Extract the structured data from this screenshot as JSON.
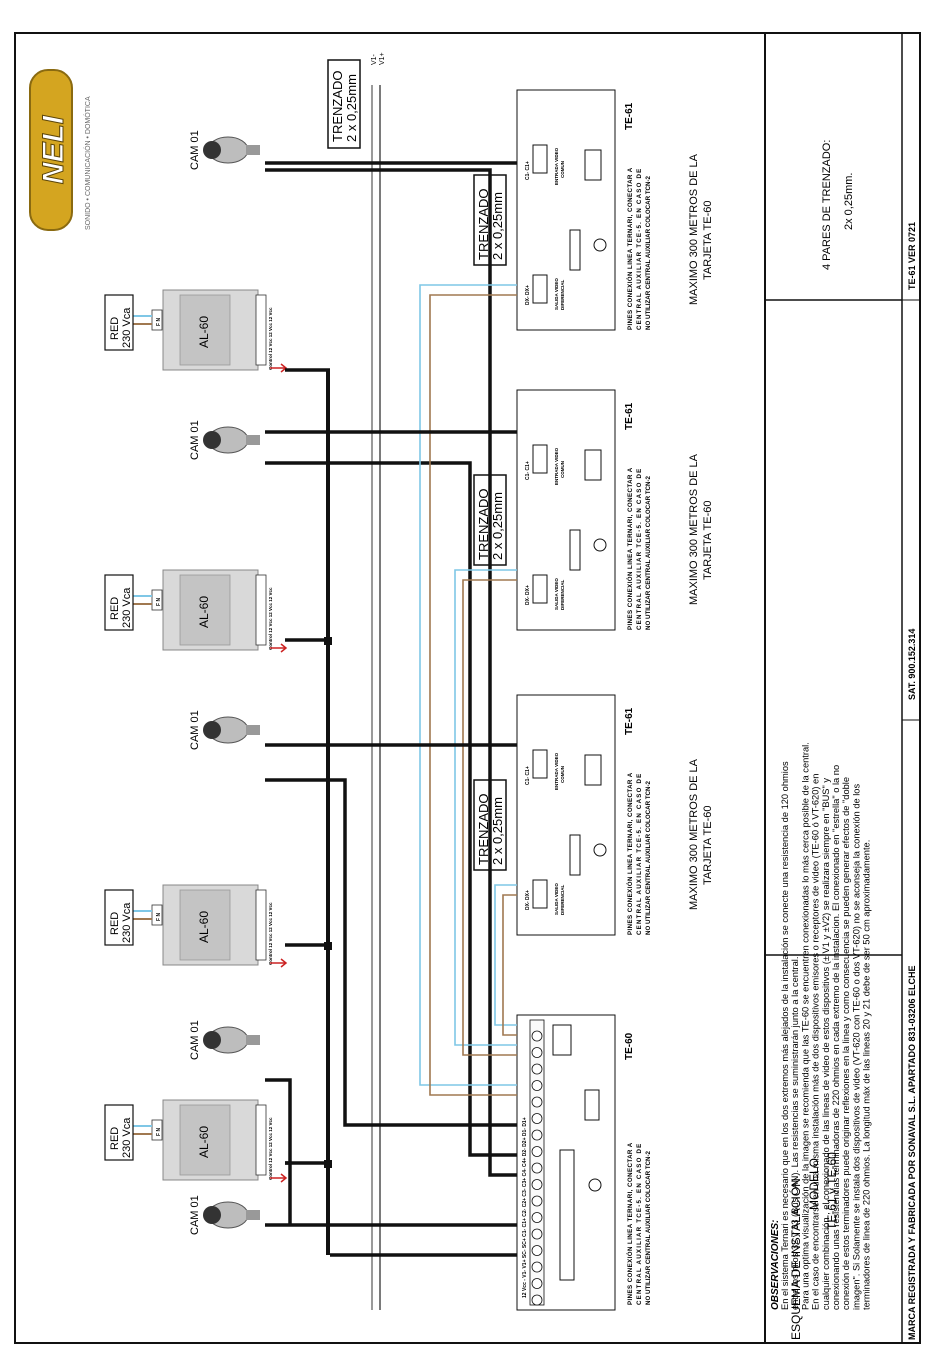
{
  "brand": {
    "logo_text": "NELI",
    "tagline": "SONIDO • COMUNICACIÓN • DOMÓTICA"
  },
  "bus_label": {
    "line1": "TRENZADO",
    "line2": "2 x 0,25mm"
  },
  "bus_terminals": [
    "V1-",
    "V1+"
  ],
  "cameras": [
    {
      "label": "CAM 01"
    },
    {
      "label": "CAM 01"
    },
    {
      "label": "CAM 01"
    },
    {
      "label": "CAM 01"
    },
    {
      "label": "CAM 01"
    }
  ],
  "power_supplies": [
    {
      "model": "AL-60",
      "red_line1": "RED",
      "red_line2": "230 Vca",
      "fn": "F N",
      "terminals": "Control 12 Vcc 12 Vcc 12 Vcc"
    },
    {
      "model": "AL-60",
      "red_line1": "RED",
      "red_line2": "230 Vca",
      "fn": "F N",
      "terminals": "Control 12 Vcc 12 Vcc 12 Vcc"
    },
    {
      "model": "AL-60",
      "red_line1": "RED",
      "red_line2": "230 Vca",
      "fn": "F N",
      "terminals": "Control 12 Vcc 12 Vcc 12 Vcc"
    },
    {
      "model": "AL-60",
      "red_line1": "RED",
      "red_line2": "230 Vca",
      "fn": "F N",
      "terminals": "Control 12 Vcc 12 Vcc 12 Vcc"
    }
  ],
  "te61_cards": [
    {
      "title": "TE-61",
      "in_terms": "C1- C1+",
      "in_label1": "ENTRADA VIDEO",
      "in_label2": "COMUN",
      "out_terms": "DX- DX+",
      "out_label1": "SALIDA VIDEO",
      "out_label2": "DIFERENCIAL",
      "note1": "PINES CONEXIÓN LINEA TERNARI, CONECTAR A",
      "note2": "CENTRAL AUXILIAR TCE-5. EN CASO DE",
      "note3": "NO UTILIZAR CENTRAL AUXILIAR COLOCAR TCN-2",
      "cable1": "TRENZADO",
      "cable2": "2 x 0,25mm",
      "max1": "MAXIMO 300 METROS DE LA",
      "max2": "TARJETA TE-60"
    },
    {
      "title": "TE-61",
      "in_terms": "C1- C1+",
      "in_label1": "ENTRADA VIDEO",
      "in_label2": "COMUN",
      "out_terms": "DX- DX+",
      "out_label1": "SALIDA VIDEO",
      "out_label2": "DIFERENCIAL",
      "note1": "PINES CONEXIÓN LINEA TERNARI, CONECTAR A",
      "note2": "CENTRAL AUXILIAR TCE-5. EN CASO DE",
      "note3": "NO UTILIZAR CENTRAL AUXILIAR COLOCAR TCN-2",
      "cable1": "TRENZADO",
      "cable2": "2 x 0,25mm",
      "max1": "MAXIMO 300 METROS DE LA",
      "max2": "TARJETA TE-60"
    },
    {
      "title": "TE-61",
      "in_terms": "C1- C1+",
      "in_label1": "ENTRADA VIDEO",
      "in_label2": "COMUN",
      "out_terms": "DX- DX+",
      "out_label1": "SALIDA VIDEO",
      "out_label2": "DIFERENCIAL",
      "note1": "PINES CONEXIÓN LINEA TERNARI, CONECTAR A",
      "note2": "CENTRAL AUXILIAR TCE-5. EN CASO DE",
      "note3": "NO UTILIZAR CENTRAL AUXILIAR COLOCAR TCN-2",
      "cable1": "TRENZADO",
      "cable2": "2 x 0,25mm",
      "max1": "MAXIMO 300 METROS DE LA",
      "max2": "TARJETA TE-60"
    }
  ],
  "te60": {
    "title": "TE-60",
    "terms": "12 Vcc - V1- V1+ SC- SC+ C1- C1+ C2- C2+ C3- C3+ C4- C4+ D2- D2+ D1- D1+",
    "note1": "PINES CONEXIÓN LINEA TERNARI, CONECTAR A",
    "note2": "CENTRAL AUXILIAR TCE-5. EN CASO DE",
    "note3": "NO UTILIZAR CENTRAL AUXILIAR COLOCAR TCN-2"
  },
  "title_block": {
    "line1": "ESQUEMA DE INSTALACIÓN",
    "line2": "MODELO",
    "line3": "TE-61 y TE-60"
  },
  "observations": {
    "heading": "OBSERVACIONES:",
    "lines": [
      "En el sistema Ternari es necesario que en los dos extremos más alejados de la instalación se conecte una resistencia de 120 ohmios",
      "entre los hilos 32 y 33 (Bus CAN).  Las resistencias se suministrarán junto a la central.",
      "Para una optima visualización de la imagen se recomienda que las TE-60 se encuentren conexionadas lo más cerca posible de la central.",
      "En el caso de encontrarse en una misma instalación más de dos dispositivos emisores o receptores de video (TE-60 ó VT-620) en",
      "cualquier combinación , el conexionado de las lineas de video de estos dispositivos (± V1 y ±V2) se realizara siempre en \"BUS\" y",
      "conexionando unas resistencias terminadoras de 220 ohmios en cada extremo de la instalacion. El conexionado en \"estrella\" o la no",
      "conexión de estos terminadores puede originar reflexiones en la linea y como consecuencia se pueden generar efectos de \"doble",
      "imagen\".  Si Solamente se instala dos dispositivos de video (VT-620 con TE-60 o dos VT-620) no se aconseja la conexión de los",
      "terminadores de linea de 220 ohmios. La longitud máx de las lineas 20 y 21 debe de ser 50 cm aproximadamente."
    ]
  },
  "pairs_block": {
    "line1": "4 PARES DE TRENZADO:",
    "line2": "2x 0,25mm."
  },
  "footer": {
    "maker": "MARCA REGISTRADA Y FABRICADA POR SONAVAL S.L. APARTADO 831-03206 ELCHE",
    "sat": "SAT. 900.152.314",
    "version": "TE-61 VER 0721"
  },
  "colors": {
    "ink": "#111111",
    "blue_wire": "#7fc7e6",
    "brown_wire": "#a07850",
    "grey_bus": "#9a9a9a",
    "red_mark": "#cc2222",
    "logo_gold": "#d4a520"
  }
}
